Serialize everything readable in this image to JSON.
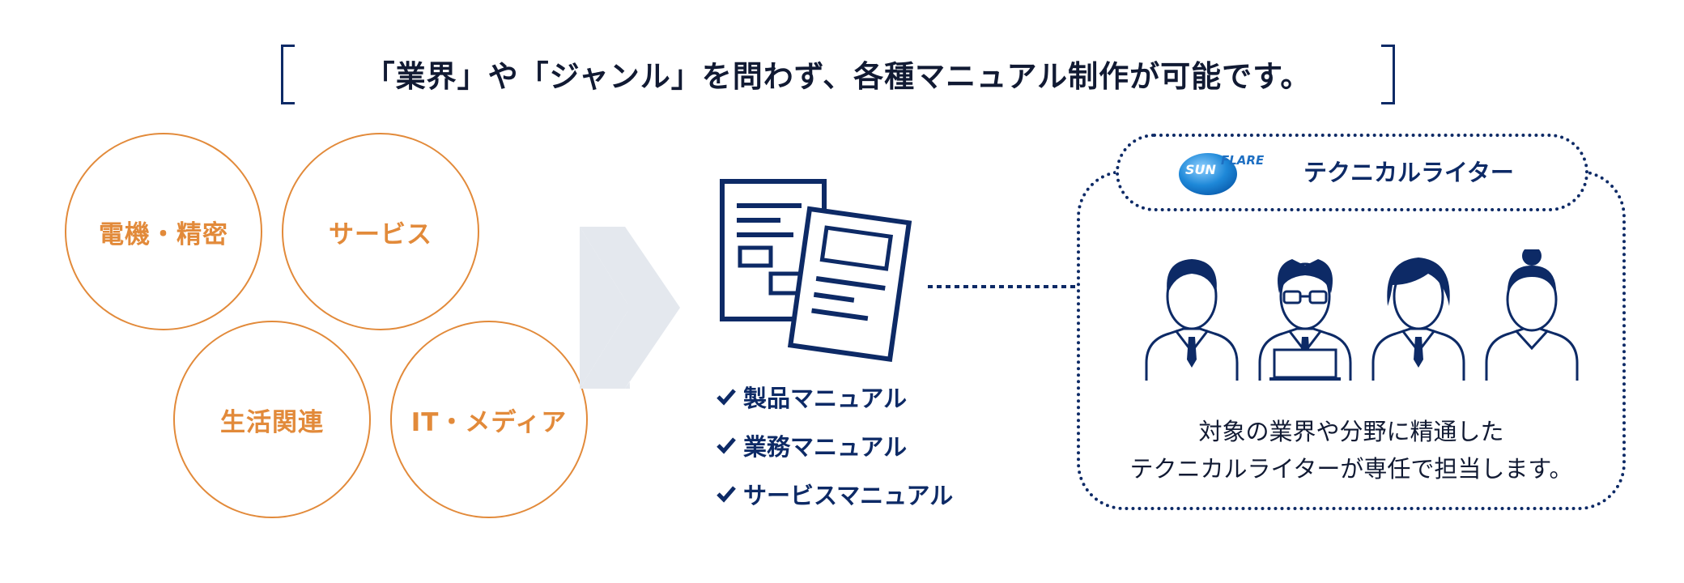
{
  "headline": "「業界」や「ジャンル」を問わず、各種マニュアル制作が可能です。",
  "categories": [
    "電機・精密",
    "サービス",
    "生活関連",
    "IT・メディア"
  ],
  "manuals": [
    "製品マニュアル",
    "業務マニュアル",
    "サービスマニュアル"
  ],
  "writer": {
    "logo_text_sun": "SUN",
    "logo_text_flare": "FLARE",
    "title": "テクニカルライター",
    "description_line1": "対象の業界や分野に精通した",
    "description_line2": "テクニカルライターが専任で担当します。"
  },
  "colors": {
    "navy": "#0d2a66",
    "orange": "#e28a3a",
    "arrow": "#e4e8ee",
    "logo_blue": "#1e88d8"
  },
  "icons": [
    "document-icon",
    "arrow-chevron-icon",
    "check-icon",
    "person-icon",
    "sunflare-logo"
  ]
}
